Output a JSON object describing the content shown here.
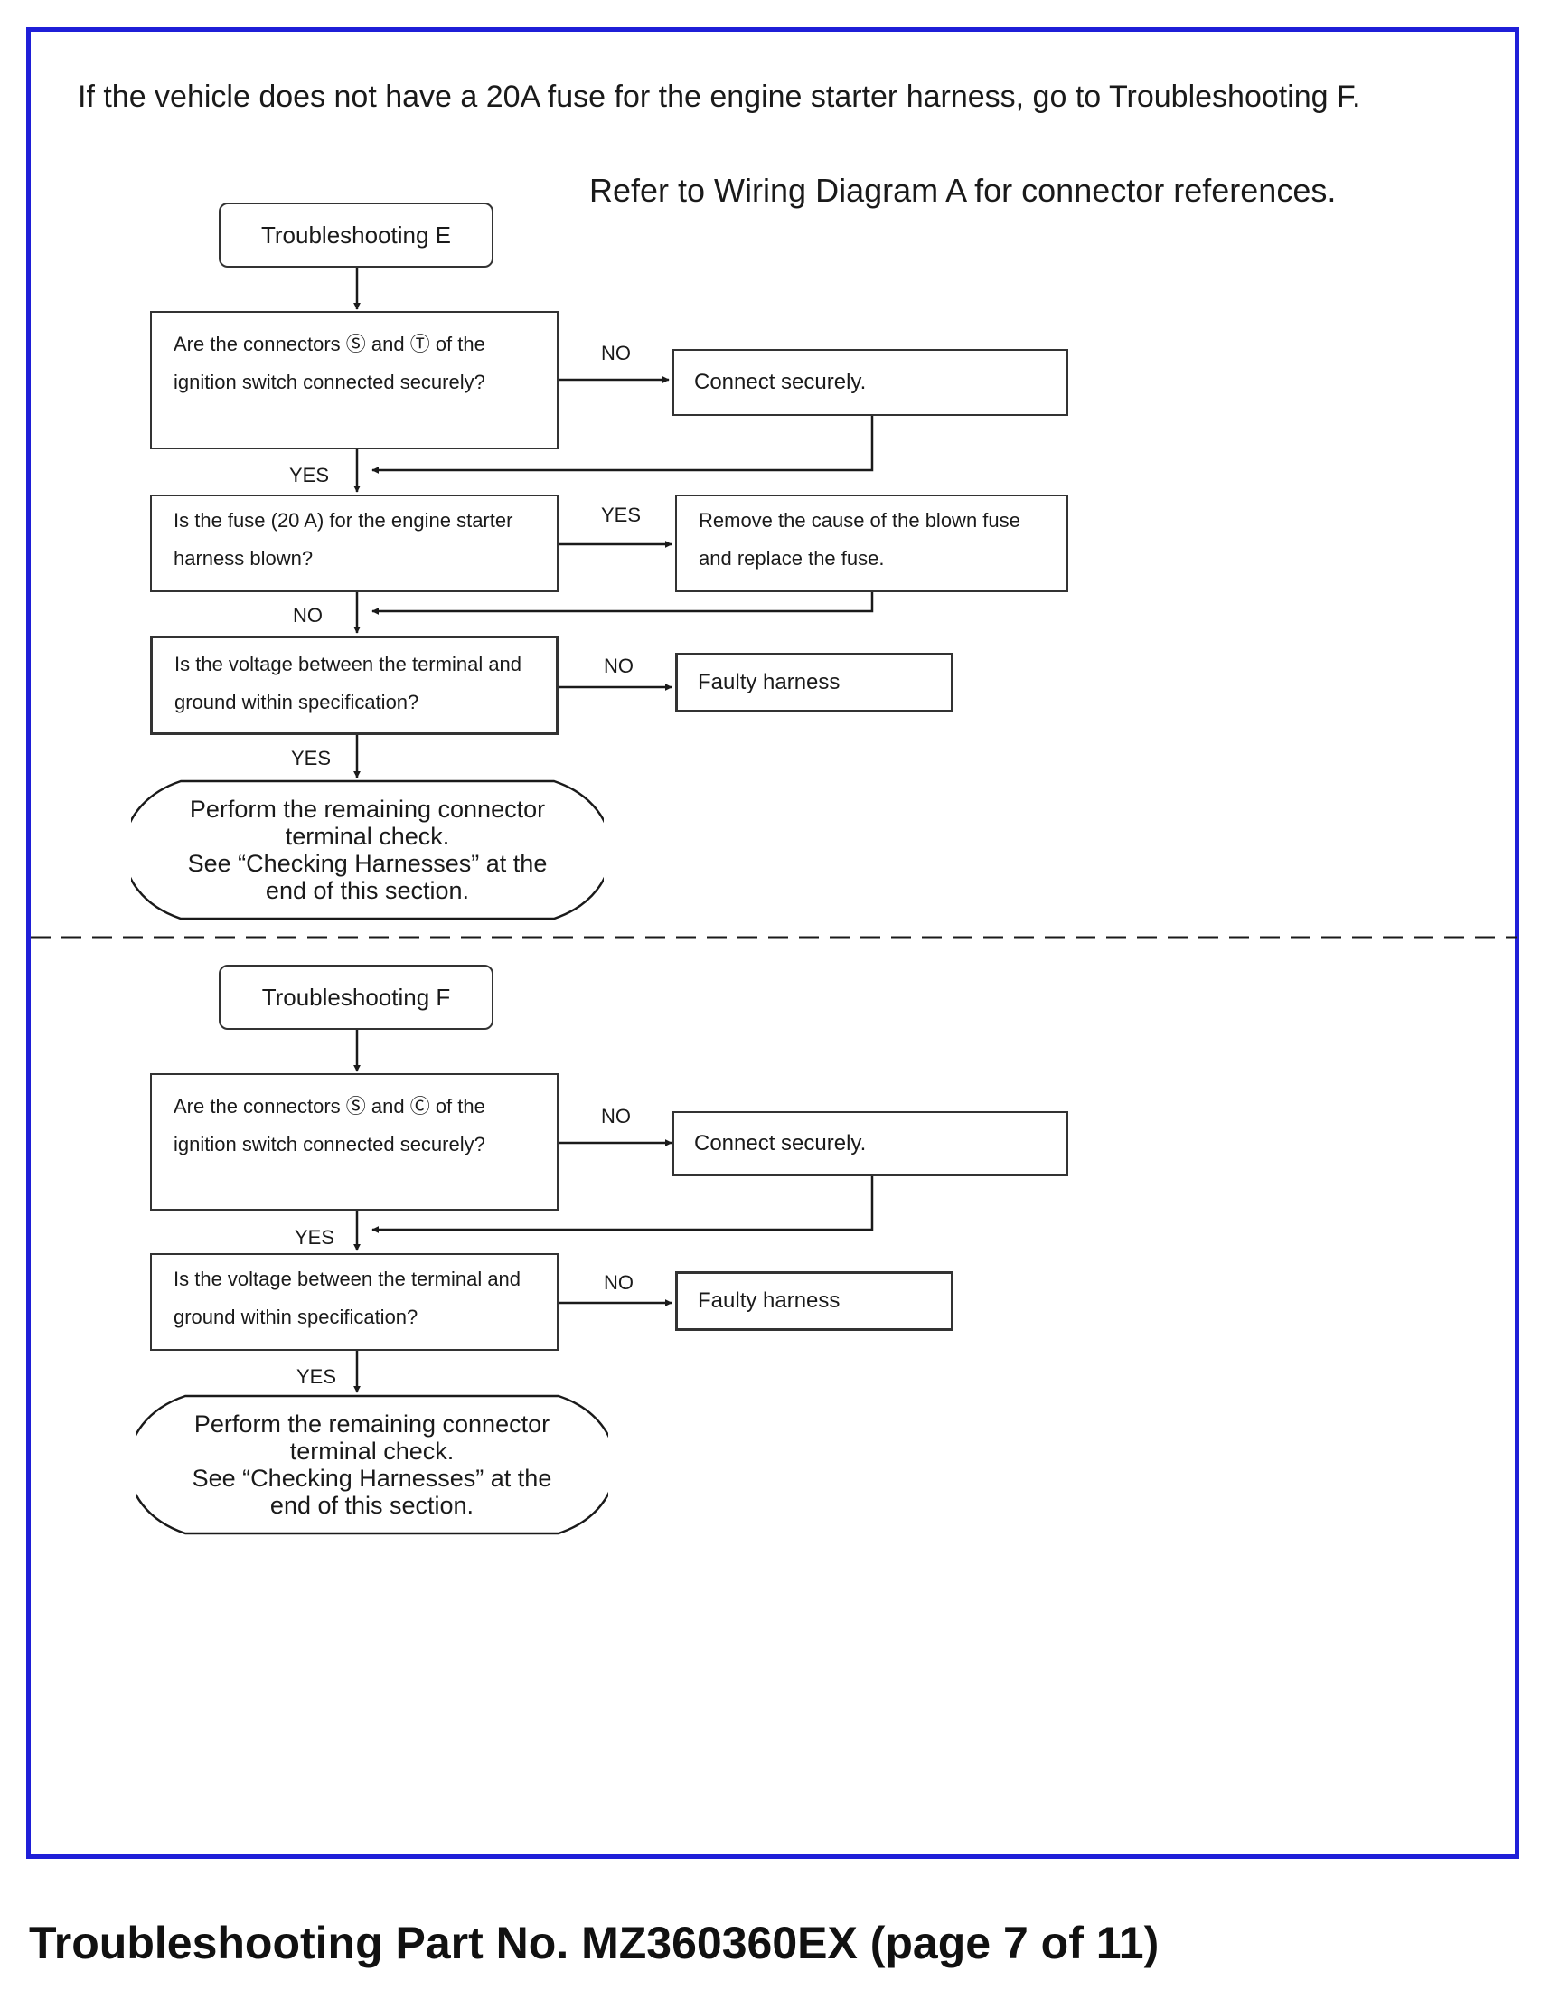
{
  "intro": "If the vehicle does not have a 20A fuse for the engine starter harness, go to Troubleshooting F.",
  "refer": "Refer to Wiring Diagram A for connector references.",
  "sectionE": {
    "title": "Troubleshooting E",
    "q1": "Are the connectors Ⓢ and Ⓣ of the ignition switch connected securely?",
    "q1_no": "NO",
    "a1": "Connect securely.",
    "q1_yes": "YES",
    "q2": "Is the fuse (20 A) for the engine starter harness blown?",
    "q2_yes": "YES",
    "a2": "Remove the cause of the blown fuse and replace the fuse.",
    "q2_no": "NO",
    "q3": "Is the voltage between the terminal and ground within specification?",
    "q3_no": "NO",
    "a3": "Faulty harness",
    "q3_yes": "YES",
    "end_lines": [
      "Perform the remaining connector",
      "terminal check.",
      "See “Checking Harnesses” at the",
      "end of this section."
    ]
  },
  "sectionF": {
    "title": "Troubleshooting F",
    "q1": "Are the connectors Ⓢ and Ⓒ of the ignition switch connected securely?",
    "q1_no": "NO",
    "a1": "Connect securely.",
    "q1_yes": "YES",
    "q2": "Is the voltage between the terminal and ground within specification?",
    "q2_no": "NO",
    "a2": "Faulty harness",
    "q2_yes": "YES",
    "end_lines": [
      "Perform the remaining connector",
      "terminal check.",
      "See “Checking Harnesses” at the",
      "end of this section."
    ]
  },
  "footer": "Troubleshooting Part No. MZ360360EX (page 7 of 11)",
  "colors": {
    "frame": "#1f1fd8",
    "line": "#1a1a1a"
  }
}
